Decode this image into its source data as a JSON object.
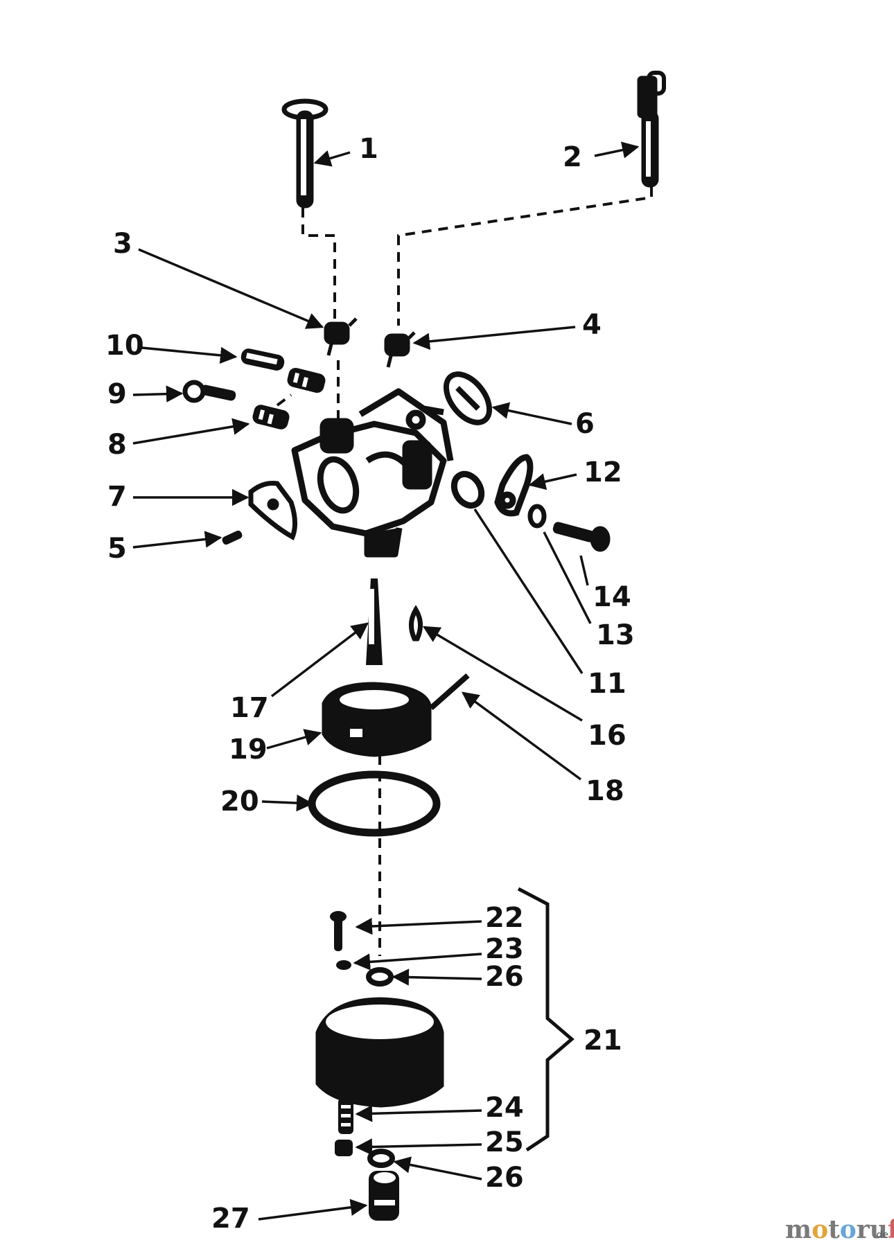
{
  "callouts": [
    {
      "id": "1",
      "label": "1"
    },
    {
      "id": "2",
      "label": "2"
    },
    {
      "id": "3",
      "label": "3"
    },
    {
      "id": "4",
      "label": "4"
    },
    {
      "id": "5",
      "label": "5"
    },
    {
      "id": "6",
      "label": "6"
    },
    {
      "id": "7",
      "label": "7"
    },
    {
      "id": "8",
      "label": "8"
    },
    {
      "id": "9",
      "label": "9"
    },
    {
      "id": "10",
      "label": "10"
    },
    {
      "id": "11",
      "label": "11"
    },
    {
      "id": "12",
      "label": "12"
    },
    {
      "id": "13",
      "label": "13"
    },
    {
      "id": "14",
      "label": "14"
    },
    {
      "id": "16",
      "label": "16"
    },
    {
      "id": "17",
      "label": "17"
    },
    {
      "id": "18",
      "label": "18"
    },
    {
      "id": "19",
      "label": "19"
    },
    {
      "id": "20",
      "label": "20"
    },
    {
      "id": "21",
      "label": "21"
    },
    {
      "id": "22",
      "label": "22"
    },
    {
      "id": "23",
      "label": "23"
    },
    {
      "id": "24",
      "label": "24"
    },
    {
      "id": "25",
      "label": "25"
    },
    {
      "id": "26a",
      "label": "26"
    },
    {
      "id": "26b",
      "label": "26"
    },
    {
      "id": "27",
      "label": "27"
    }
  ],
  "watermark": {
    "brand": "motoruf",
    "suffix": ".de"
  },
  "colors": {
    "ink": "#111111",
    "background": "#ffffff"
  }
}
